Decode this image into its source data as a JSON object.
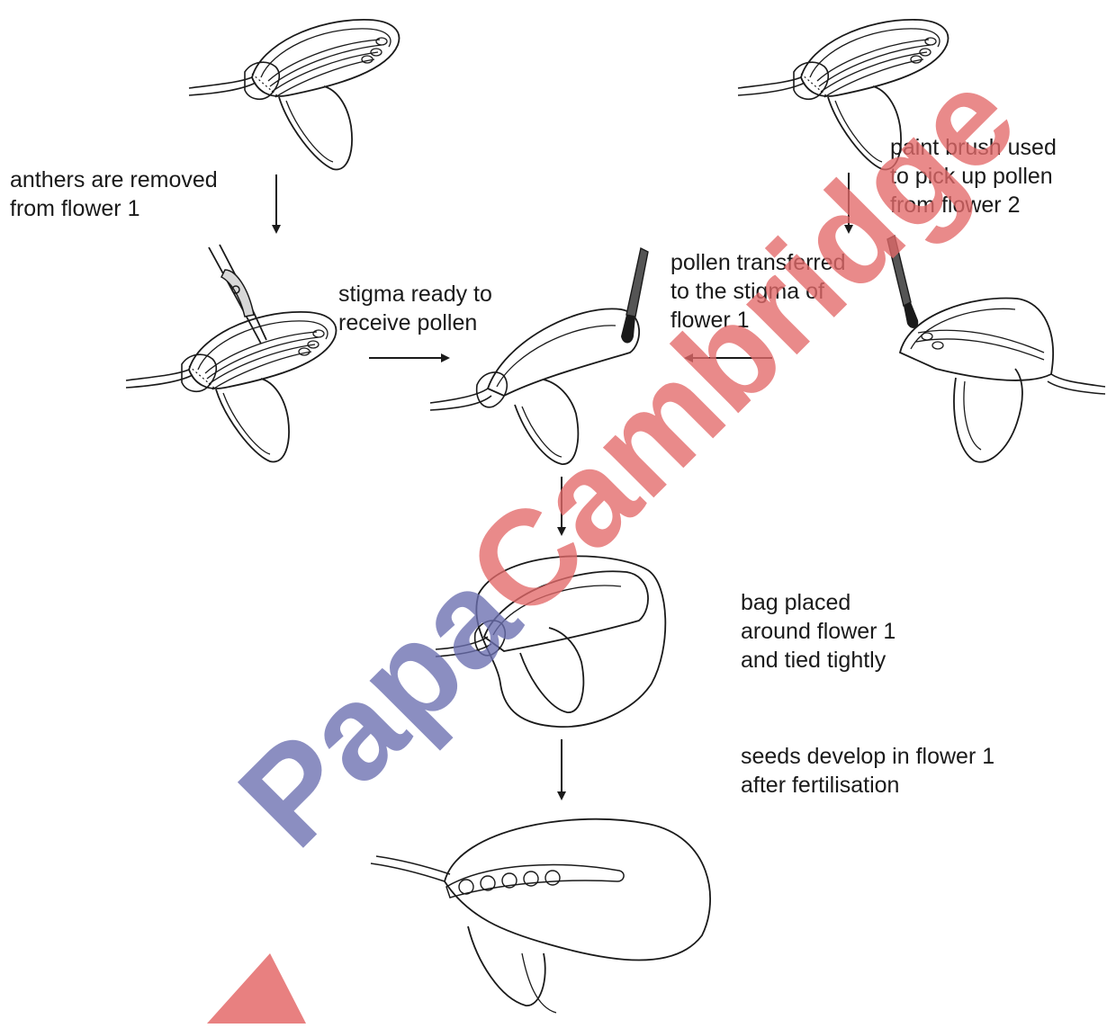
{
  "labels": {
    "step1": [
      "anthers are removed",
      "from flower 1"
    ],
    "step2": [
      "paint brush used",
      "to pick up pollen",
      "from flower 2"
    ],
    "step3": [
      "stigma ready to",
      "receive pollen"
    ],
    "step4": [
      "pollen transferred",
      "to the stigma of",
      "flower 1"
    ],
    "step5": [
      "bag placed",
      "around flower 1",
      "and tied tightly"
    ],
    "step6": [
      "seeds develop in flower 1",
      "after fertilisation"
    ]
  },
  "watermark": {
    "part1": "Papa",
    "part2": "Cambridge",
    "color1": "#6b6fb0",
    "color2": "#e46a6a"
  },
  "colors": {
    "line": "#1a1a1a"
  }
}
